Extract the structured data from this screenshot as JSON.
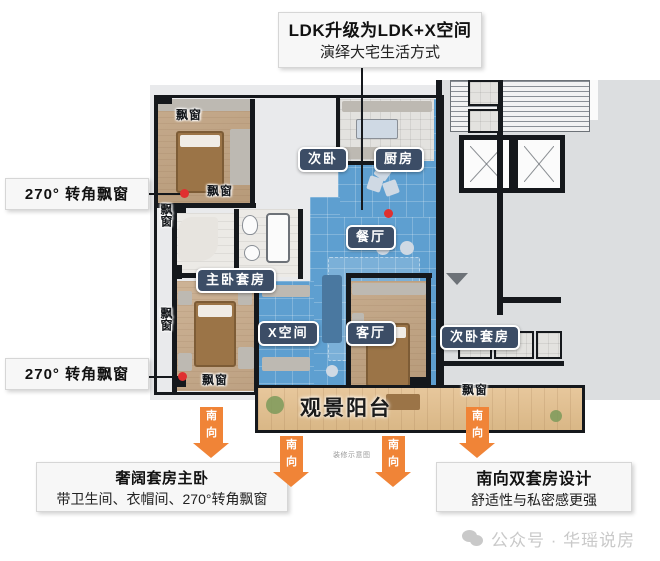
{
  "callouts": {
    "ldk": {
      "title": "LDK升级为LDK+X空间",
      "subtitle": "演绎大宅生活方式"
    },
    "bay_window_top": {
      "title": "270° 转角飘窗"
    },
    "bay_window_bottom": {
      "title": "270° 转角飘窗"
    },
    "master_suite": {
      "title": "奢阔套房主卧",
      "subtitle": "带卫生间、衣帽间、270°转角飘窗"
    },
    "south_suites": {
      "title": "南向双套房设计",
      "subtitle": "舒适性与私密感更强"
    }
  },
  "plan": {
    "rooms": [
      {
        "key": "second_bedroom",
        "label": "次卧"
      },
      {
        "key": "kitchen",
        "label": "厨房"
      },
      {
        "key": "dining",
        "label": "餐厅"
      },
      {
        "key": "master_suite",
        "label": "主卧套房"
      },
      {
        "key": "x_space",
        "label": "X空间"
      },
      {
        "key": "living",
        "label": "客厅"
      },
      {
        "key": "second_bedroom_suite",
        "label": "次卧套房"
      }
    ],
    "bay_windows": [
      {
        "key": "bw-top",
        "label": "飘窗"
      },
      {
        "key": "bw-left-upper-a",
        "label": "飘窗"
      },
      {
        "key": "bw-left-upper-b",
        "label": "飘窗"
      },
      {
        "key": "bw-left-lower",
        "label": "飘窗"
      },
      {
        "key": "bw-bottom-left",
        "label": "飘窗"
      },
      {
        "key": "bw-bottom-right",
        "label": "飘窗"
      }
    ],
    "balcony_label": "观景阳台",
    "disclaimer": "装修示意图"
  },
  "orientation": {
    "arrows": [
      {
        "key": "arrow-1",
        "char_top": "南",
        "char_bottom": "向"
      },
      {
        "key": "arrow-2",
        "char_top": "南",
        "char_bottom": "向"
      },
      {
        "key": "arrow-3",
        "char_top": "南",
        "char_bottom": "向"
      },
      {
        "key": "arrow-4",
        "char_top": "南",
        "char_bottom": "向"
      }
    ]
  },
  "watermark": {
    "text": "公众号 · 华瑶说房"
  },
  "colors": {
    "ldk_highlight": "#5e9fd0",
    "chip_bg": "#3c4d66",
    "accent_orange": "#f08437",
    "marker_red": "#e03030",
    "wall": "#15181c",
    "plan_bg": "#e9eaec",
    "balcony": "#d9b786"
  }
}
